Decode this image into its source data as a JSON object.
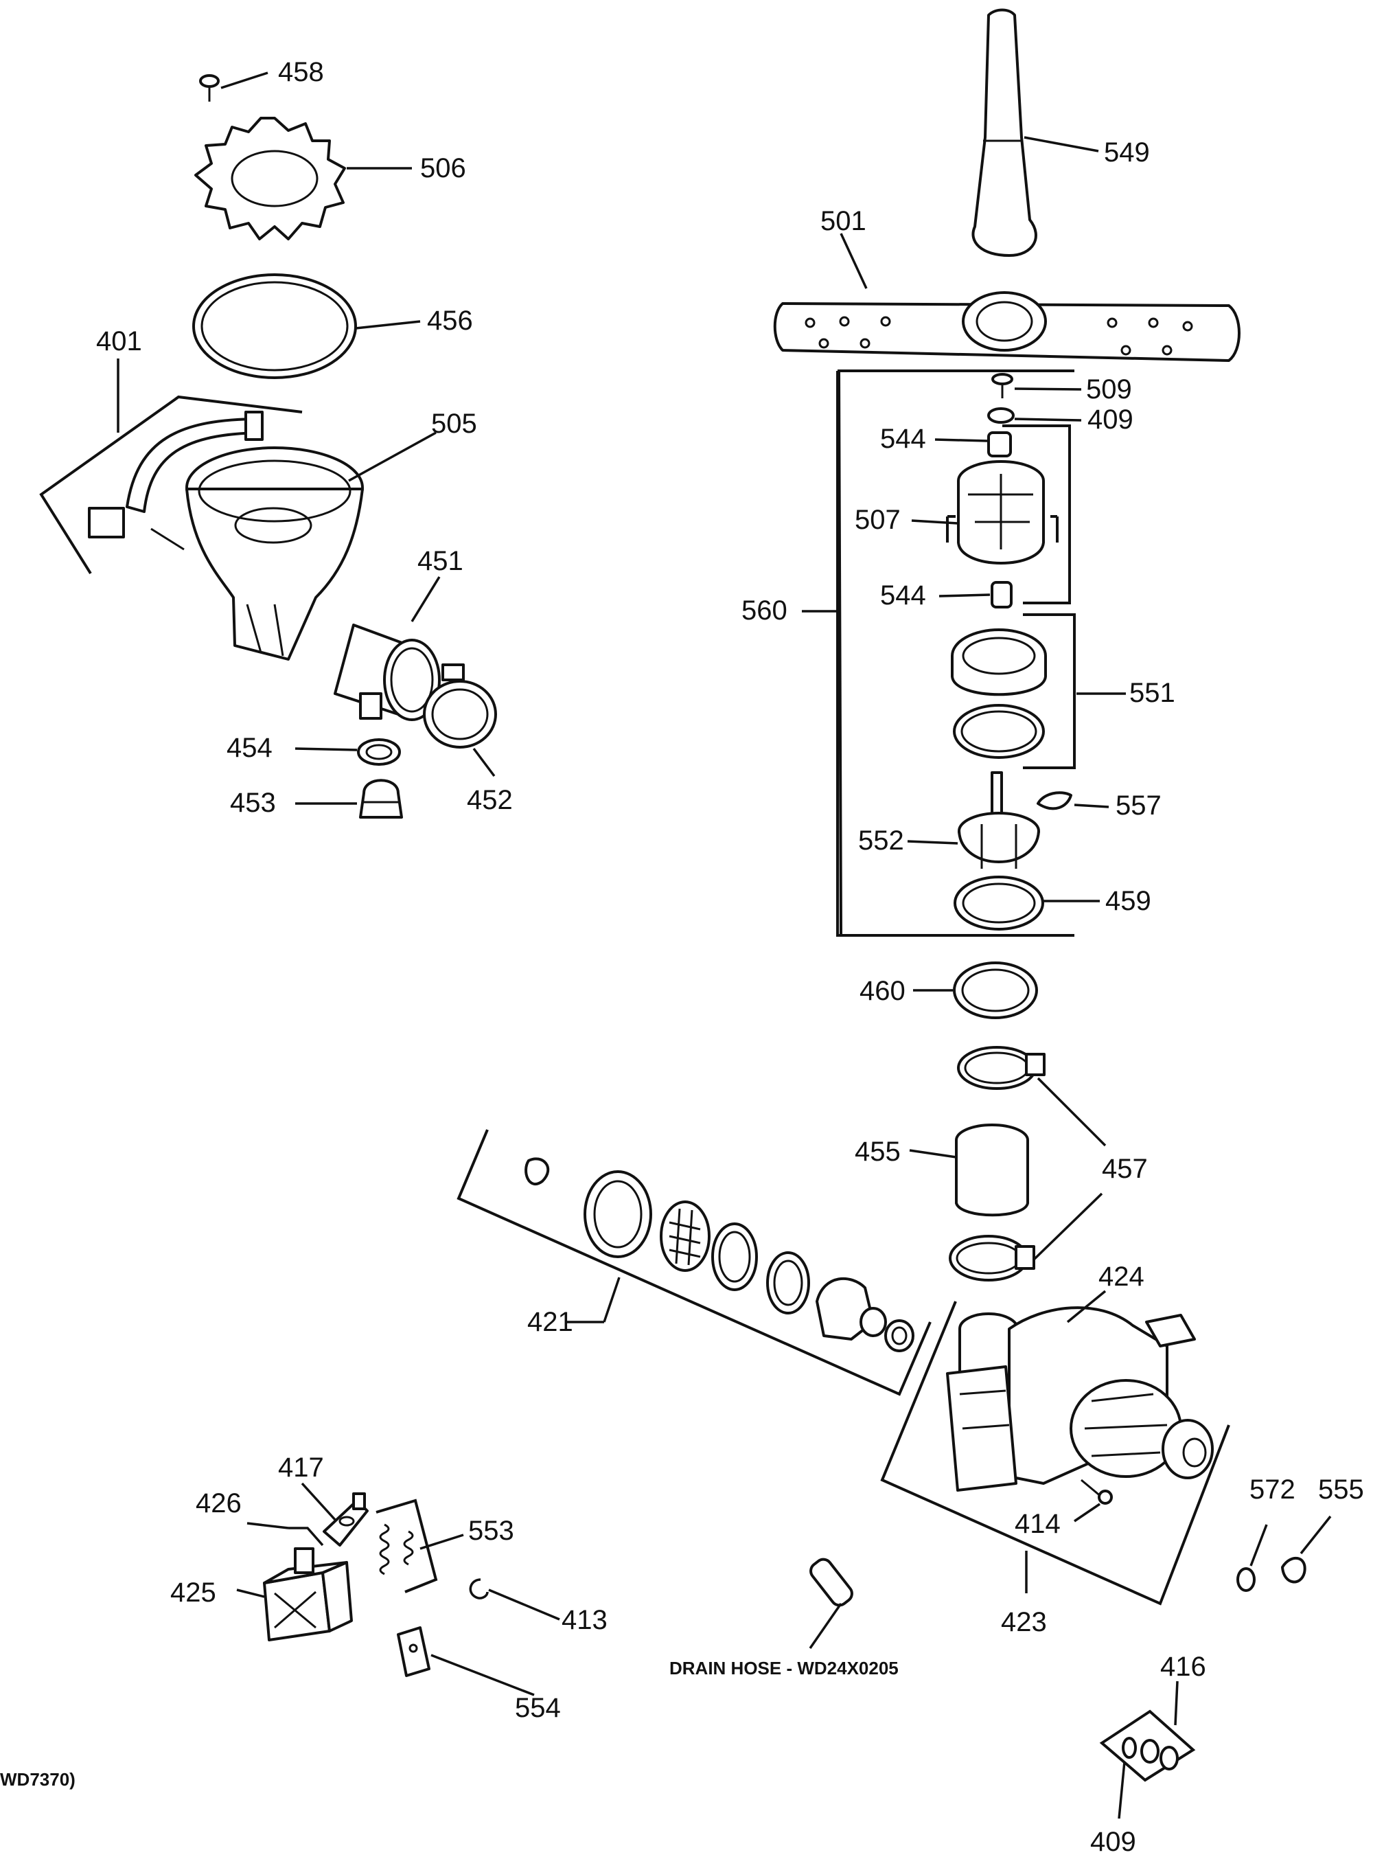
{
  "callouts": {
    "c458": "458",
    "c506": "506",
    "c456": "456",
    "c401": "401",
    "c505": "505",
    "c451": "451",
    "c454": "454",
    "c453": "453",
    "c452": "452",
    "c549": "549",
    "c501": "501",
    "c509": "509",
    "c409a": "409",
    "c544a": "544",
    "c507": "507",
    "c544b": "544",
    "c560": "560",
    "c551": "551",
    "c557": "557",
    "c552": "552",
    "c459": "459",
    "c460": "460",
    "c455": "455",
    "c457": "457",
    "c424": "424",
    "c421": "421",
    "c417": "417",
    "c426": "426",
    "c553": "553",
    "c425": "425",
    "c413": "413",
    "c554": "554",
    "c414": "414",
    "c423": "423",
    "c572": "572",
    "c555": "555",
    "c416": "416",
    "c409b": "409"
  },
  "notes": {
    "drain_hose": "DRAIN HOSE - WD24X0205",
    "figure_ref": "WD7370)"
  }
}
